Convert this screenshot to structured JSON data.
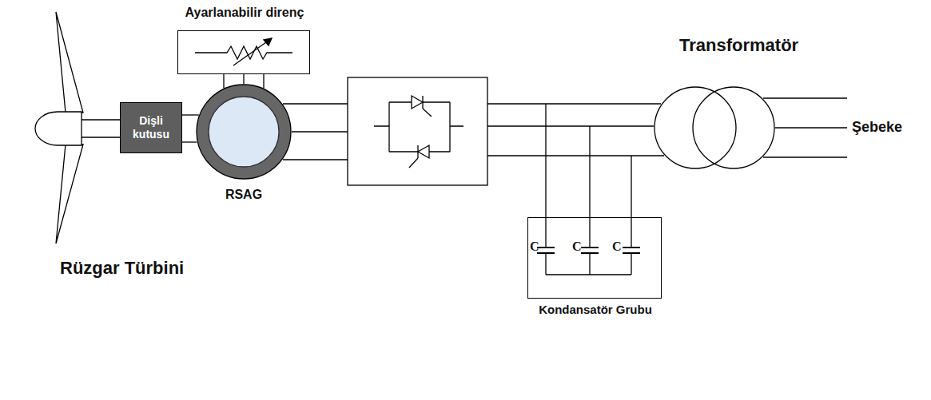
{
  "diagram": {
    "nodes": [
      {
        "text": [
          "Ayarlanabilir direnç"
        ]
      },
      {
        "text": [
          "Dişli kutusu"
        ]
      },
      {
        "text": [
          "RSAG"
        ]
      },
      {
        "text": [
          "Transformatör"
        ]
      },
      {
        "text": [
          "Kondansatör Grubu"
        ]
      }
    ],
    "edges": [
      {
        "from": 1,
        "to": 2,
        "arrow": "none"
      },
      {
        "from": 0,
        "to": 2,
        "arrow": "none"
      }
    ],
    "labels": [
      "Şebeke",
      "C",
      "C",
      "C",
      "Rüzgar Türbini"
    ]
  }
}
